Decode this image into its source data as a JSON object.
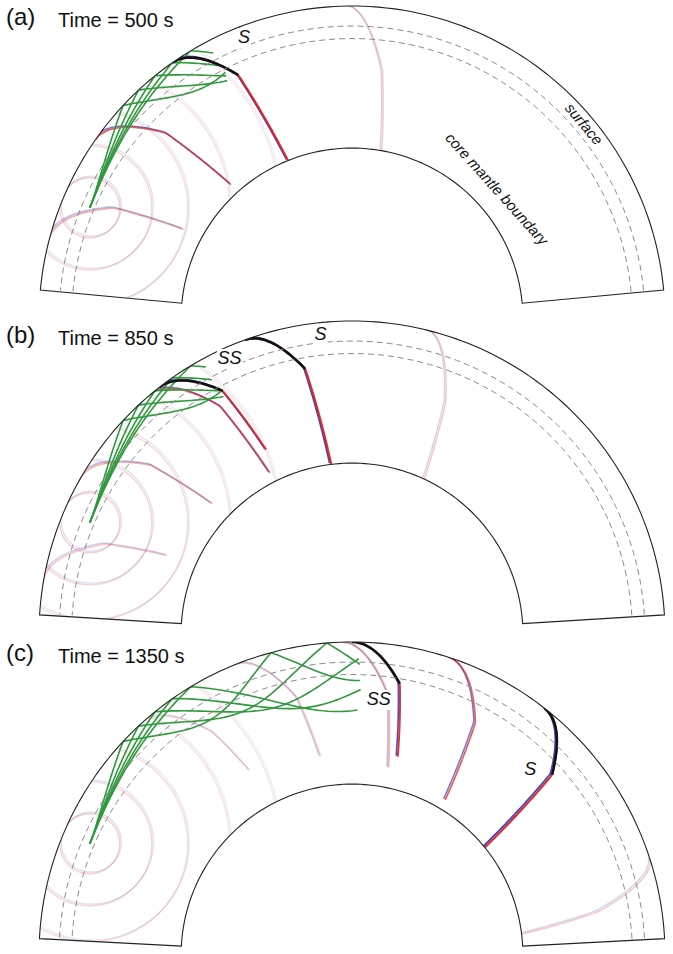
{
  "diagram": {
    "labels": [
      "(a)",
      "Time = 500 s",
      "S",
      "surface",
      "core mantle boundary",
      "(b)",
      "Time = 850 s",
      "SS",
      "S",
      "(c)",
      "Time = 1350 s",
      "SS",
      "S"
    ]
  }
}
